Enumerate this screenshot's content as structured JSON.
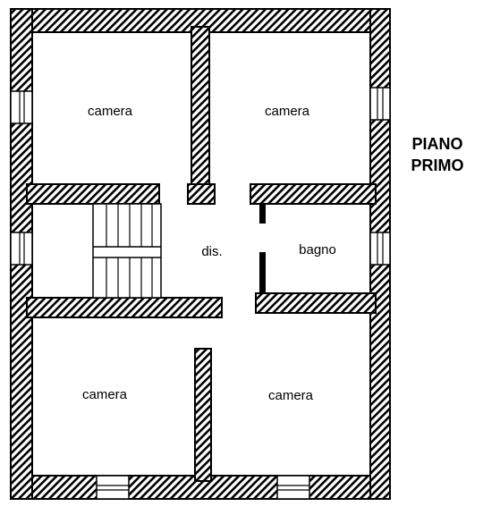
{
  "title": {
    "line1": "PIANO",
    "line2": "PRIMO"
  },
  "rooms": {
    "top_left": "camera",
    "top_right": "camera",
    "hall": "dis.",
    "bath": "bagno",
    "bottom_left": "camera",
    "bottom_right": "camera"
  },
  "colors": {
    "wall": "#000000",
    "background": "#ffffff"
  }
}
